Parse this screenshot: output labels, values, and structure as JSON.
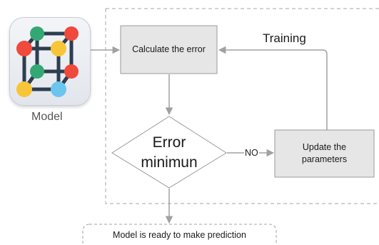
{
  "model": {
    "label": "Model",
    "icon": "molecular-structure-icon",
    "atom_colors": {
      "red": "#ef4a3c",
      "green": "#33a874",
      "yellow": "#f7c537",
      "blue": "#6cc5ef",
      "bond": "#2c3e50"
    }
  },
  "training": {
    "label": "Training",
    "calculate_error_label": "Calculate the error",
    "decision_line1": "Error",
    "decision_line2": "minimun",
    "branch_label": "NO",
    "update_line1": "Update the",
    "update_line2": "parameters"
  },
  "result": {
    "label": "Model is ready to make prediction"
  },
  "colors": {
    "box_fill": "#e6e6e6",
    "box_stroke": "#9a9a9a",
    "arrow": "#a0a0a0",
    "dashed": "#a6a6a6",
    "text": "#1a1a1a"
  }
}
